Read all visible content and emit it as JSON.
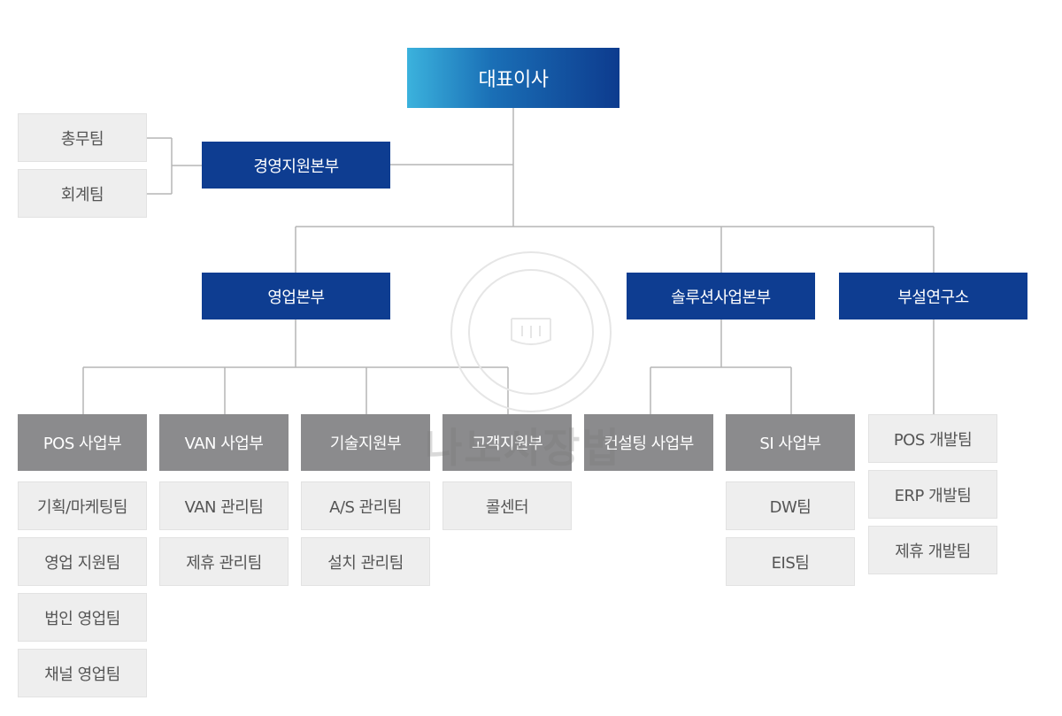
{
  "ceo": "대표이사",
  "management": {
    "name": "경영지원본부",
    "teams": [
      "총무팀",
      "회계팀"
    ]
  },
  "divisions": [
    {
      "name": "영업본부",
      "depts": [
        {
          "name": "POS 사업부",
          "teams": [
            "기획/마케팅팀",
            "영업 지원팀",
            "법인 영업팀",
            "채널 영업팀"
          ]
        },
        {
          "name": "VAN 사업부",
          "teams": [
            "VAN 관리팀",
            "제휴 관리팀"
          ]
        },
        {
          "name": "기술지원부",
          "teams": [
            "A/S 관리팀",
            "설치 관리팀"
          ]
        },
        {
          "name": "고객지원부",
          "teams": [
            "콜센터"
          ]
        }
      ]
    },
    {
      "name": "솔루션사업본부",
      "depts": [
        {
          "name": "컨설팅 사업부",
          "teams": []
        },
        {
          "name": "SI 사업부",
          "teams": [
            "DW팀",
            "EIS팀"
          ]
        }
      ]
    },
    {
      "name": "부설연구소",
      "teams": [
        "POS 개발팀",
        "ERP 개발팀",
        "제휴 개발팀"
      ]
    }
  ],
  "watermark": "나노시장법",
  "colors": {
    "division": "#0e3d91",
    "department": "#8b8b8d",
    "team": "#eeeeee",
    "line": "#b5b5b5"
  }
}
